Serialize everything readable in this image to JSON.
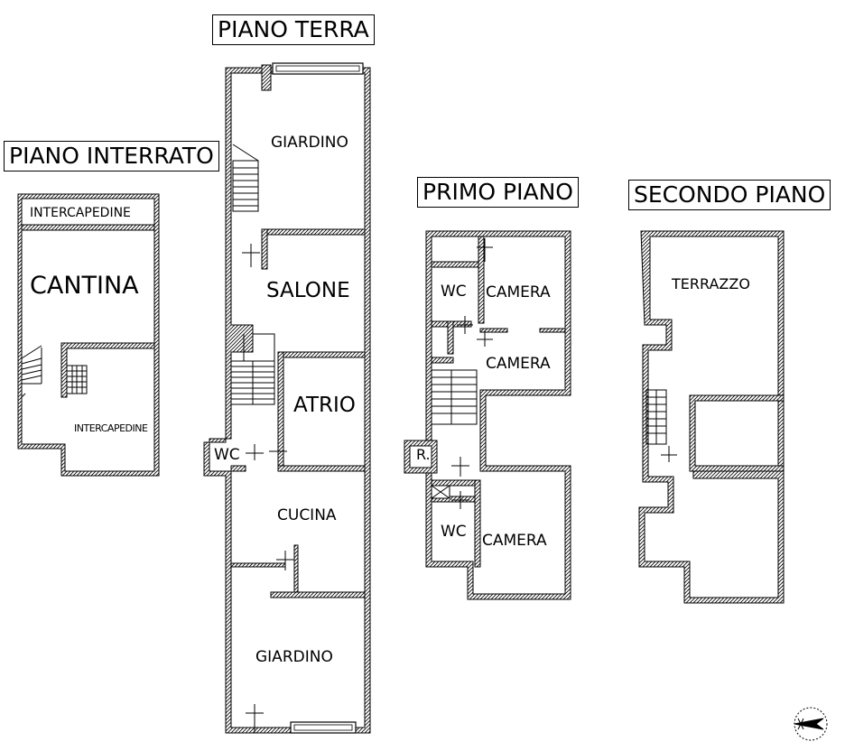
{
  "floors": {
    "interrato": {
      "title": "PIANO INTERRATO",
      "rooms": {
        "intercapedine_top": "INTERCAPEDINE",
        "cantina": "CANTINA",
        "intercapedine_bottom": "INTERCAPEDINE"
      }
    },
    "terra": {
      "title": "PIANO TERRA",
      "rooms": {
        "giardino_top": "GIARDINO",
        "salone": "SALONE",
        "atrio": "ATRIO",
        "wc": "WC",
        "cucina": "CUCINA",
        "giardino_bottom": "GIARDINO"
      }
    },
    "primo": {
      "title": "PRIMO PIANO",
      "rooms": {
        "wc_top": "WC",
        "camera_1": "CAMERA",
        "camera_2": "CAMERA",
        "ripostiglio": "R.",
        "wc_bottom": "WC",
        "camera_3": "CAMERA"
      }
    },
    "secondo": {
      "title": "SECONDO PIANO",
      "rooms": {
        "terrazzo": "TERRAZZO"
      }
    }
  },
  "north_arrow": {
    "icon": "north-arrow-icon"
  }
}
